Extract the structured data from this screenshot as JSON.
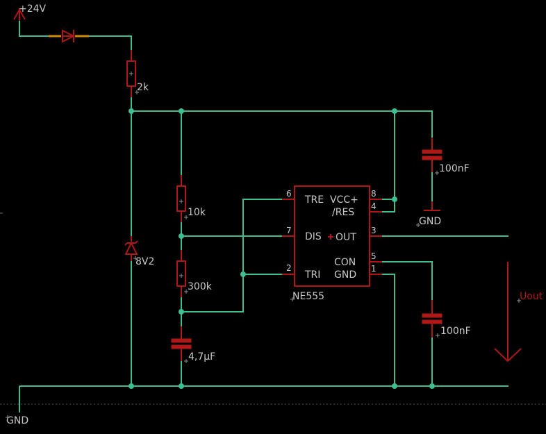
{
  "labels": {
    "supply": "+24V",
    "gnd": "GND",
    "r1": "2k",
    "r2": "10k",
    "r3": "300k",
    "c_timing": "4,7µF",
    "c_supply": "100nF",
    "c_con": "100nF",
    "zener": "8V2",
    "ic_name": "NE555",
    "gnd_symbol": "GND",
    "vout": "Uout"
  },
  "ic": {
    "pins_left": [
      {
        "num": "6",
        "name": "TRE"
      },
      {
        "num": "7",
        "name": "DIS"
      },
      {
        "num": "2",
        "name": "TRI"
      }
    ],
    "pins_right": [
      {
        "num": "8",
        "name": "VCC+"
      },
      {
        "num": "4",
        "name": "/RES"
      },
      {
        "num": "3",
        "name": "OUT"
      },
      {
        "num": "5",
        "name": "CON"
      },
      {
        "num": "1",
        "name": "GND"
      }
    ]
  },
  "colors": {
    "background": "#000000",
    "wire": "#3fbf8f",
    "component": "#b01818",
    "text": "#c8c8c8"
  }
}
